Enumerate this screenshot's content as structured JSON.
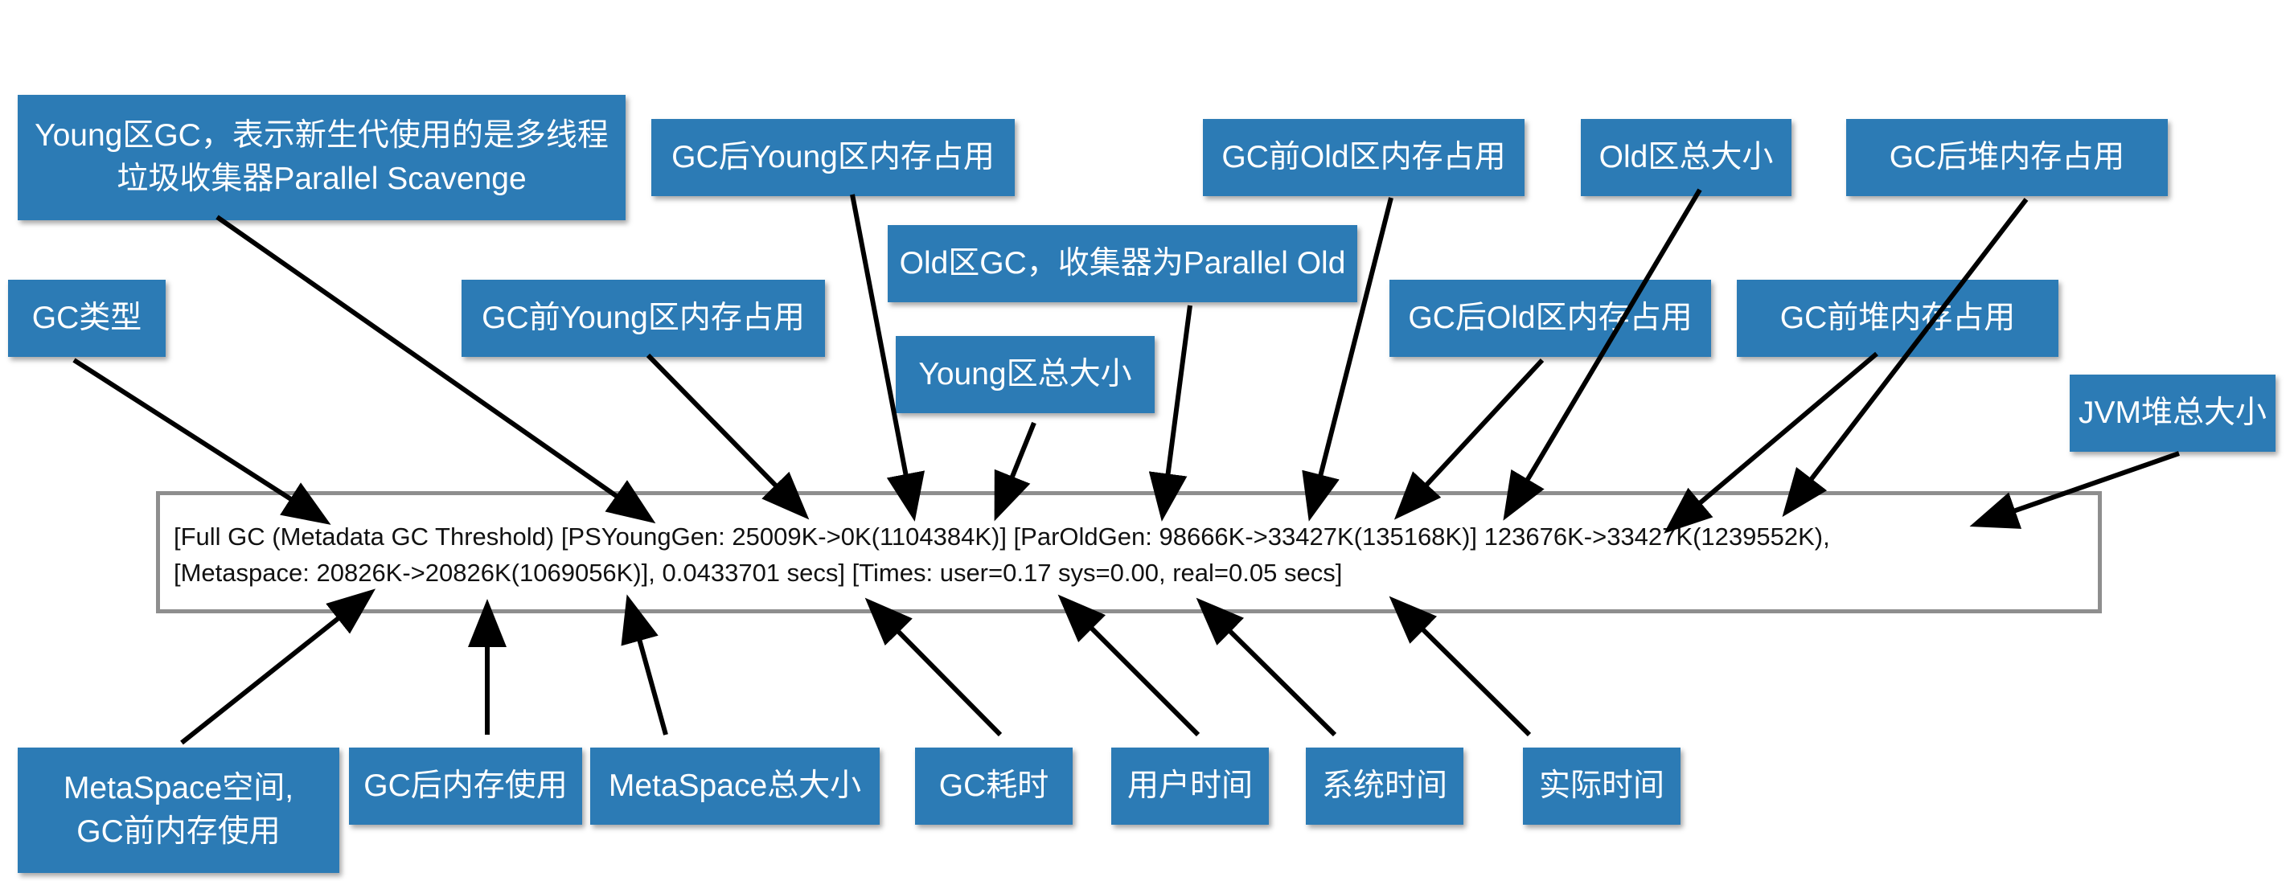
{
  "log": {
    "line1": "[Full GC (Metadata GC Threshold) [PSYoungGen: 25009K->0K(1104384K)] [ParOldGen: 98666K->33427K(135168K)] 123676K->33427K(1239552K),",
    "line2": "[Metaspace: 20826K->20826K(1069056K)], 0.0433701 secs] [Times: user=0.17 sys=0.00, real=0.05 secs]"
  },
  "labels": {
    "young_gc_line1": "Young区GC，表示新生代使用的是多线程",
    "young_gc_line2": "垃圾收集器Parallel Scavenge",
    "gc_type": "GC类型",
    "young_before": "GC前Young区内存占用",
    "young_after": "GC后Young区内存占用",
    "old_gc": "Old区GC，收集器为Parallel Old",
    "young_total": "Young区总大小",
    "old_before": "GC前Old区内存占用",
    "old_after": "GC后Old区内存占用",
    "old_total": "Old区总大小",
    "heap_after": "GC后堆内存占用",
    "heap_before": "GC前堆内存占用",
    "jvm_total": "JVM堆总大小",
    "metaspace_line1": "MetaSpace空间,",
    "metaspace_line2": "GC前内存使用",
    "after_usage": "GC后内存使用",
    "metaspace_total": "MetaSpace总大小",
    "gc_time": "GC耗时",
    "user_time": "用户时间",
    "sys_time": "系统时间",
    "real_time": "实际时间"
  },
  "colors": {
    "label_background": "#2c7bb5",
    "label_text": "#ffffff",
    "box_border": "#8e8e8e",
    "arrow": "#000000"
  }
}
